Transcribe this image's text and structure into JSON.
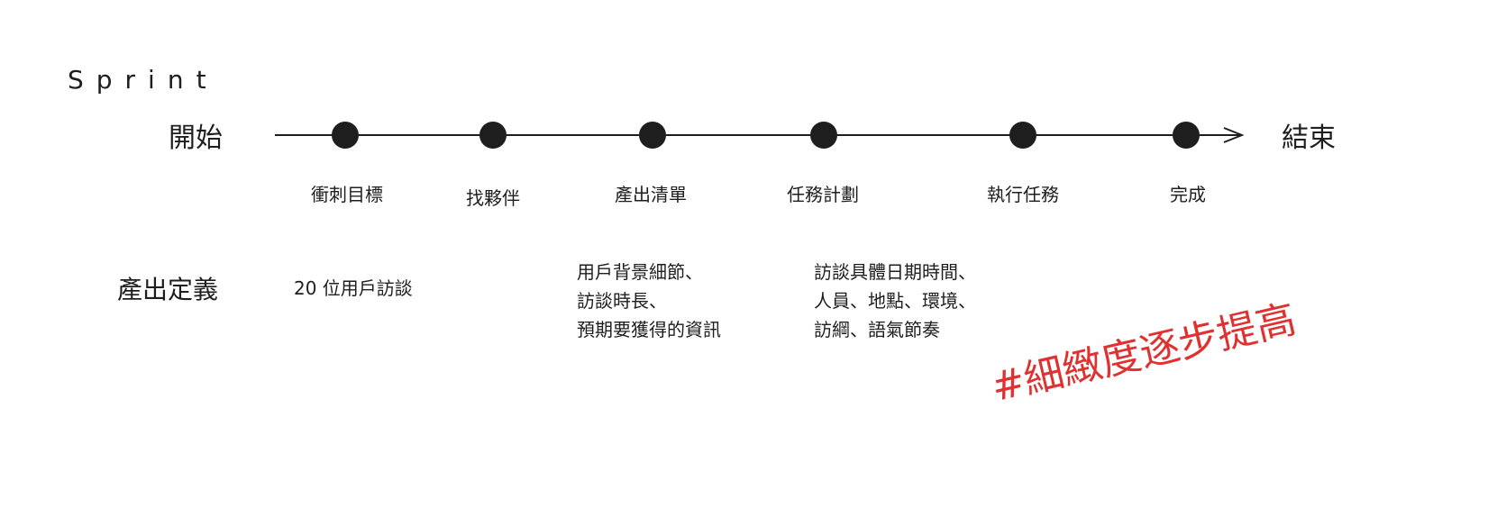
{
  "title": "Sprint",
  "start": "開始",
  "end": "結束",
  "milestones": [
    "衝刺目標",
    "找夥伴",
    "產出清單",
    "任務計劃",
    "執行任務",
    "完成"
  ],
  "output_label": "產出定義",
  "outputs": [
    [
      "20 位用戶訪談"
    ],
    [
      "用戶背景細節、",
      "訪談時長、",
      "預期要獲得的資訊"
    ],
    [
      "訪談具體日期時間、",
      "人員、地點、環境、",
      "訪綱、語氣節奏"
    ]
  ],
  "tag": "#細緻度逐步提高",
  "colors": {
    "ink": "#1e1e1e",
    "tag": "#e03131"
  }
}
